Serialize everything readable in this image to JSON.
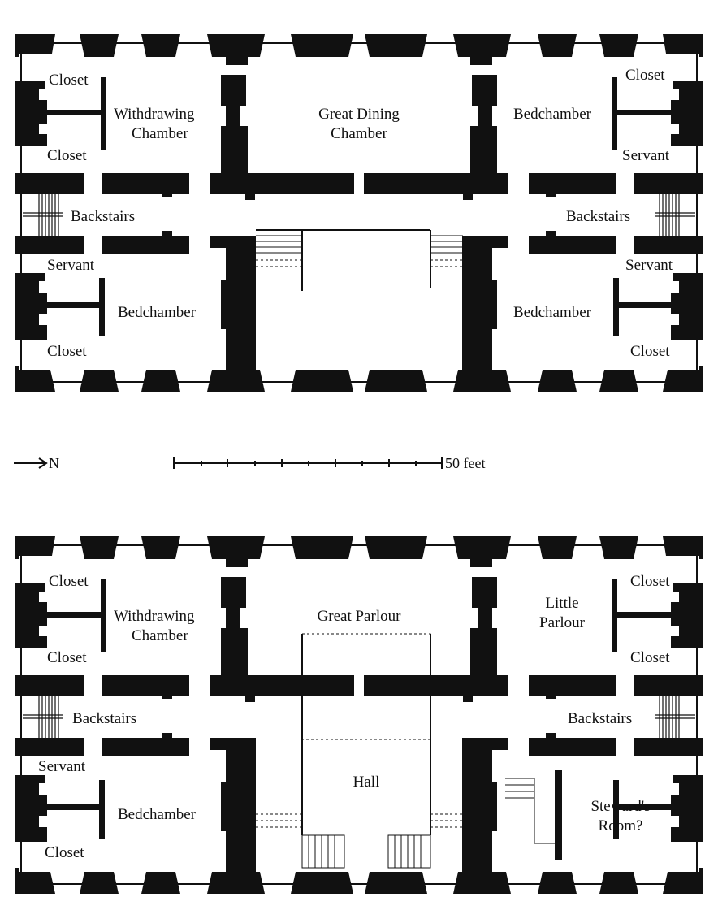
{
  "upper_plan": {
    "labels": {
      "closet_tl": "Closet",
      "withdrawing": [
        "Withdrawing",
        "Chamber"
      ],
      "closet_ml": "Closet",
      "great_dining": [
        "Great Dining",
        "Chamber"
      ],
      "bedchamber_tr": "Bedchamber",
      "closet_tr": "Closet",
      "servant_tr": "Servant",
      "backstairs_l": "Backstairs",
      "backstairs_r": "Backstairs",
      "servant_l": "Servant",
      "bedchamber_l": "Bedchamber",
      "closet_bl": "Closet",
      "servant_r": "Servant",
      "bedchamber_r": "Bedchamber",
      "closet_br": "Closet"
    }
  },
  "legend": {
    "north_label": "N",
    "scale_label": "50 feet"
  },
  "lower_plan": {
    "labels": {
      "closet_tl": "Closet",
      "withdrawing": [
        "Withdrawing",
        "Chamber"
      ],
      "closet_ml": "Closet",
      "great_parlour": "Great Parlour",
      "little_parlour": [
        "Little",
        "Parlour"
      ],
      "closet_tr": "Closet",
      "closet_mr": "Closet",
      "backstairs_l": "Backstairs",
      "backstairs_r": "Backstairs",
      "servant_l": "Servant",
      "bedchamber_l": "Bedchamber",
      "closet_bl": "Closet",
      "hall": "Hall",
      "stewards_room": [
        "Steward's",
        "Room?"
      ]
    }
  }
}
